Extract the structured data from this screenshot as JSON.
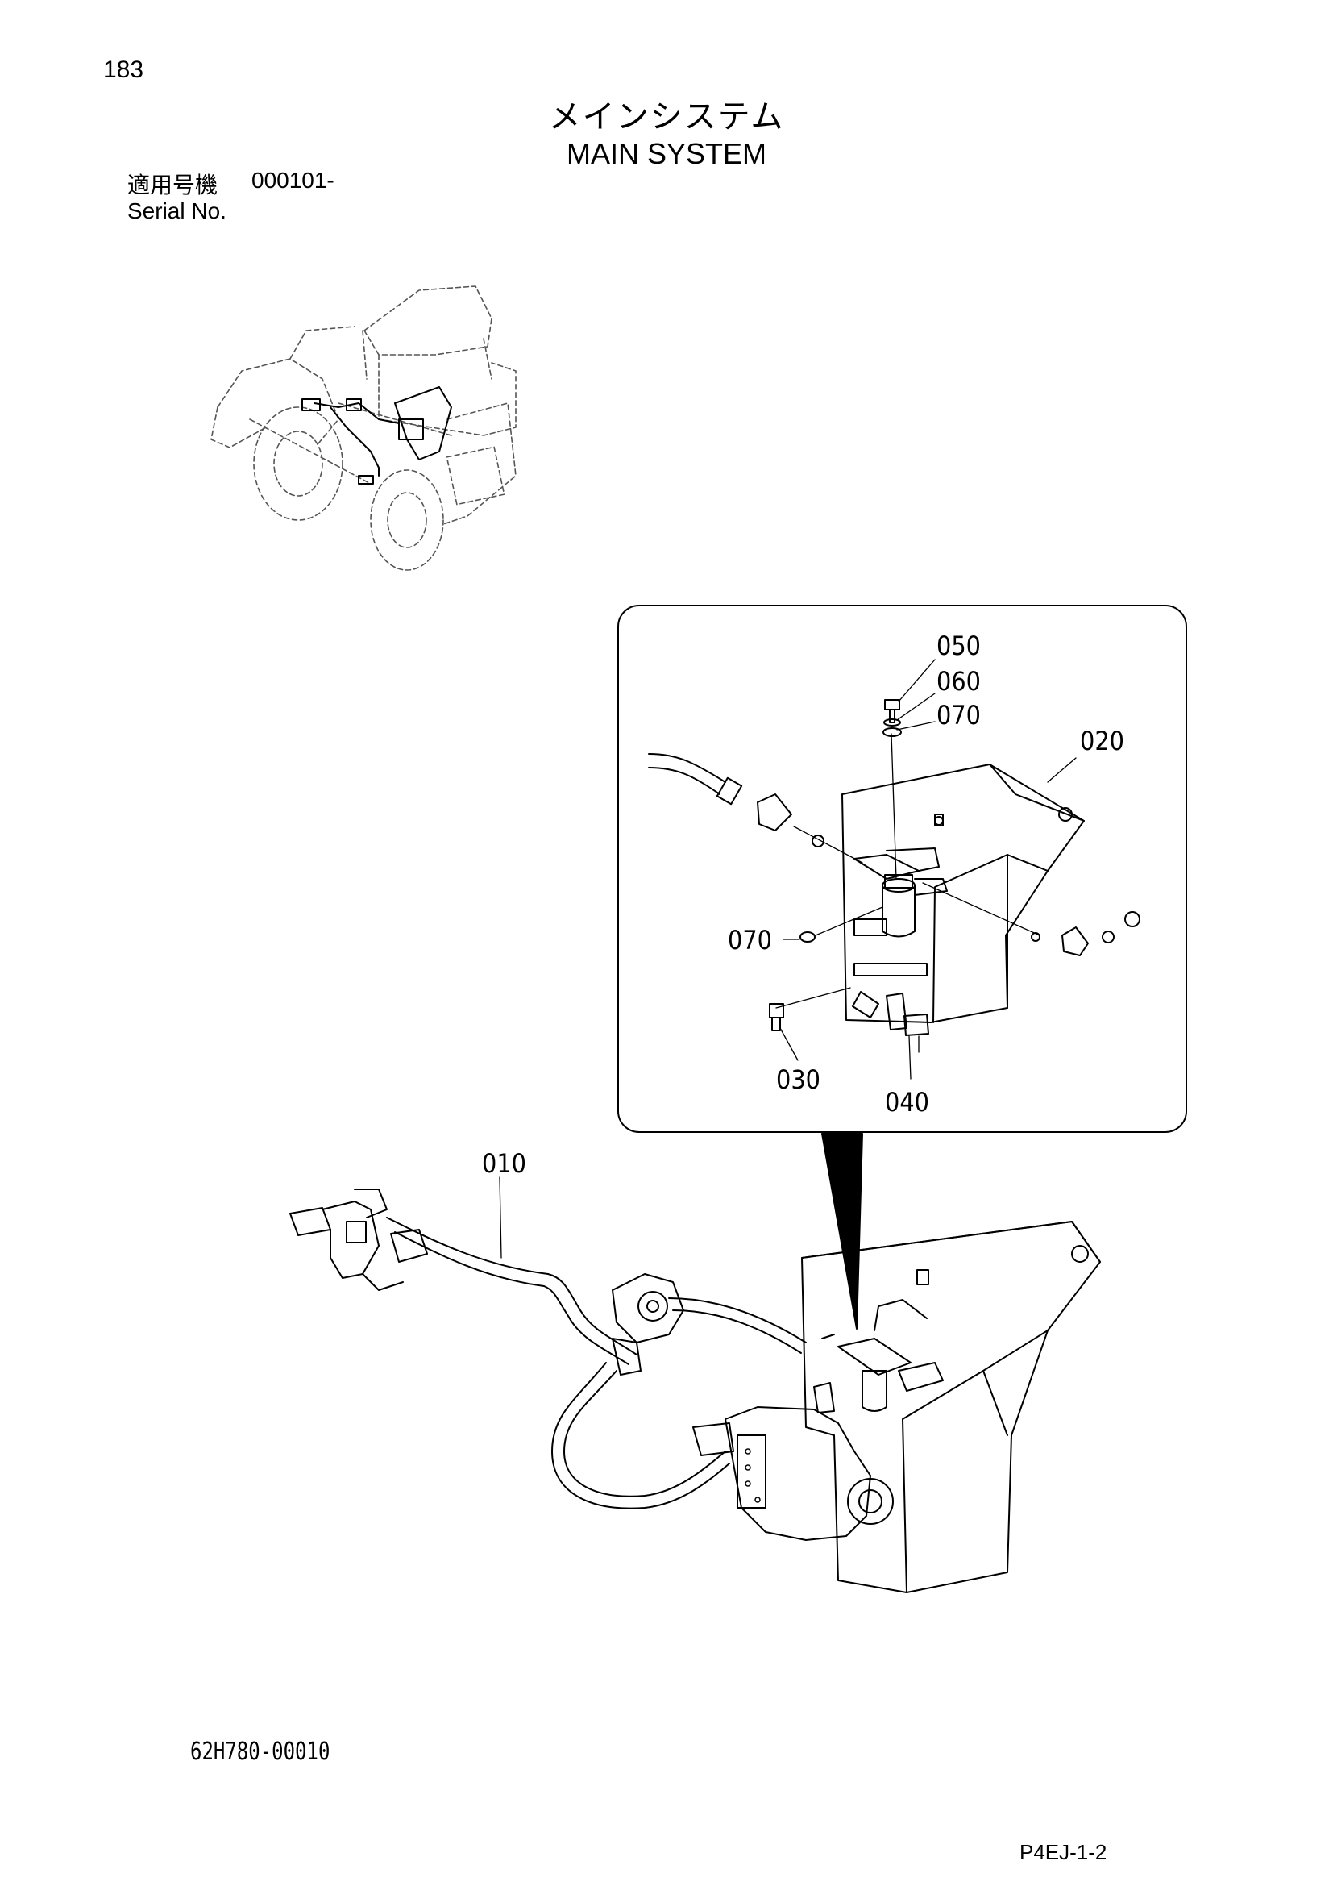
{
  "header": {
    "page_number": "183",
    "title_ja": "メインシステム",
    "title_en": "MAIN SYSTEM",
    "serial_label_ja": "適用号機",
    "serial_value": "000101-",
    "serial_label_en": "Serial No."
  },
  "callouts": {
    "c010": "010",
    "c020": "020",
    "c030": "030",
    "c040": "040",
    "c050": "050",
    "c060": "060",
    "c070_top": "070",
    "c070_left": "070"
  },
  "footer": {
    "drawing_number": "62H780-00010",
    "page_code": "P4EJ-1-2"
  },
  "icons": [
    "wheel-loader-overview",
    "filter-assembly-detail",
    "hydraulic-pump-assembly"
  ]
}
